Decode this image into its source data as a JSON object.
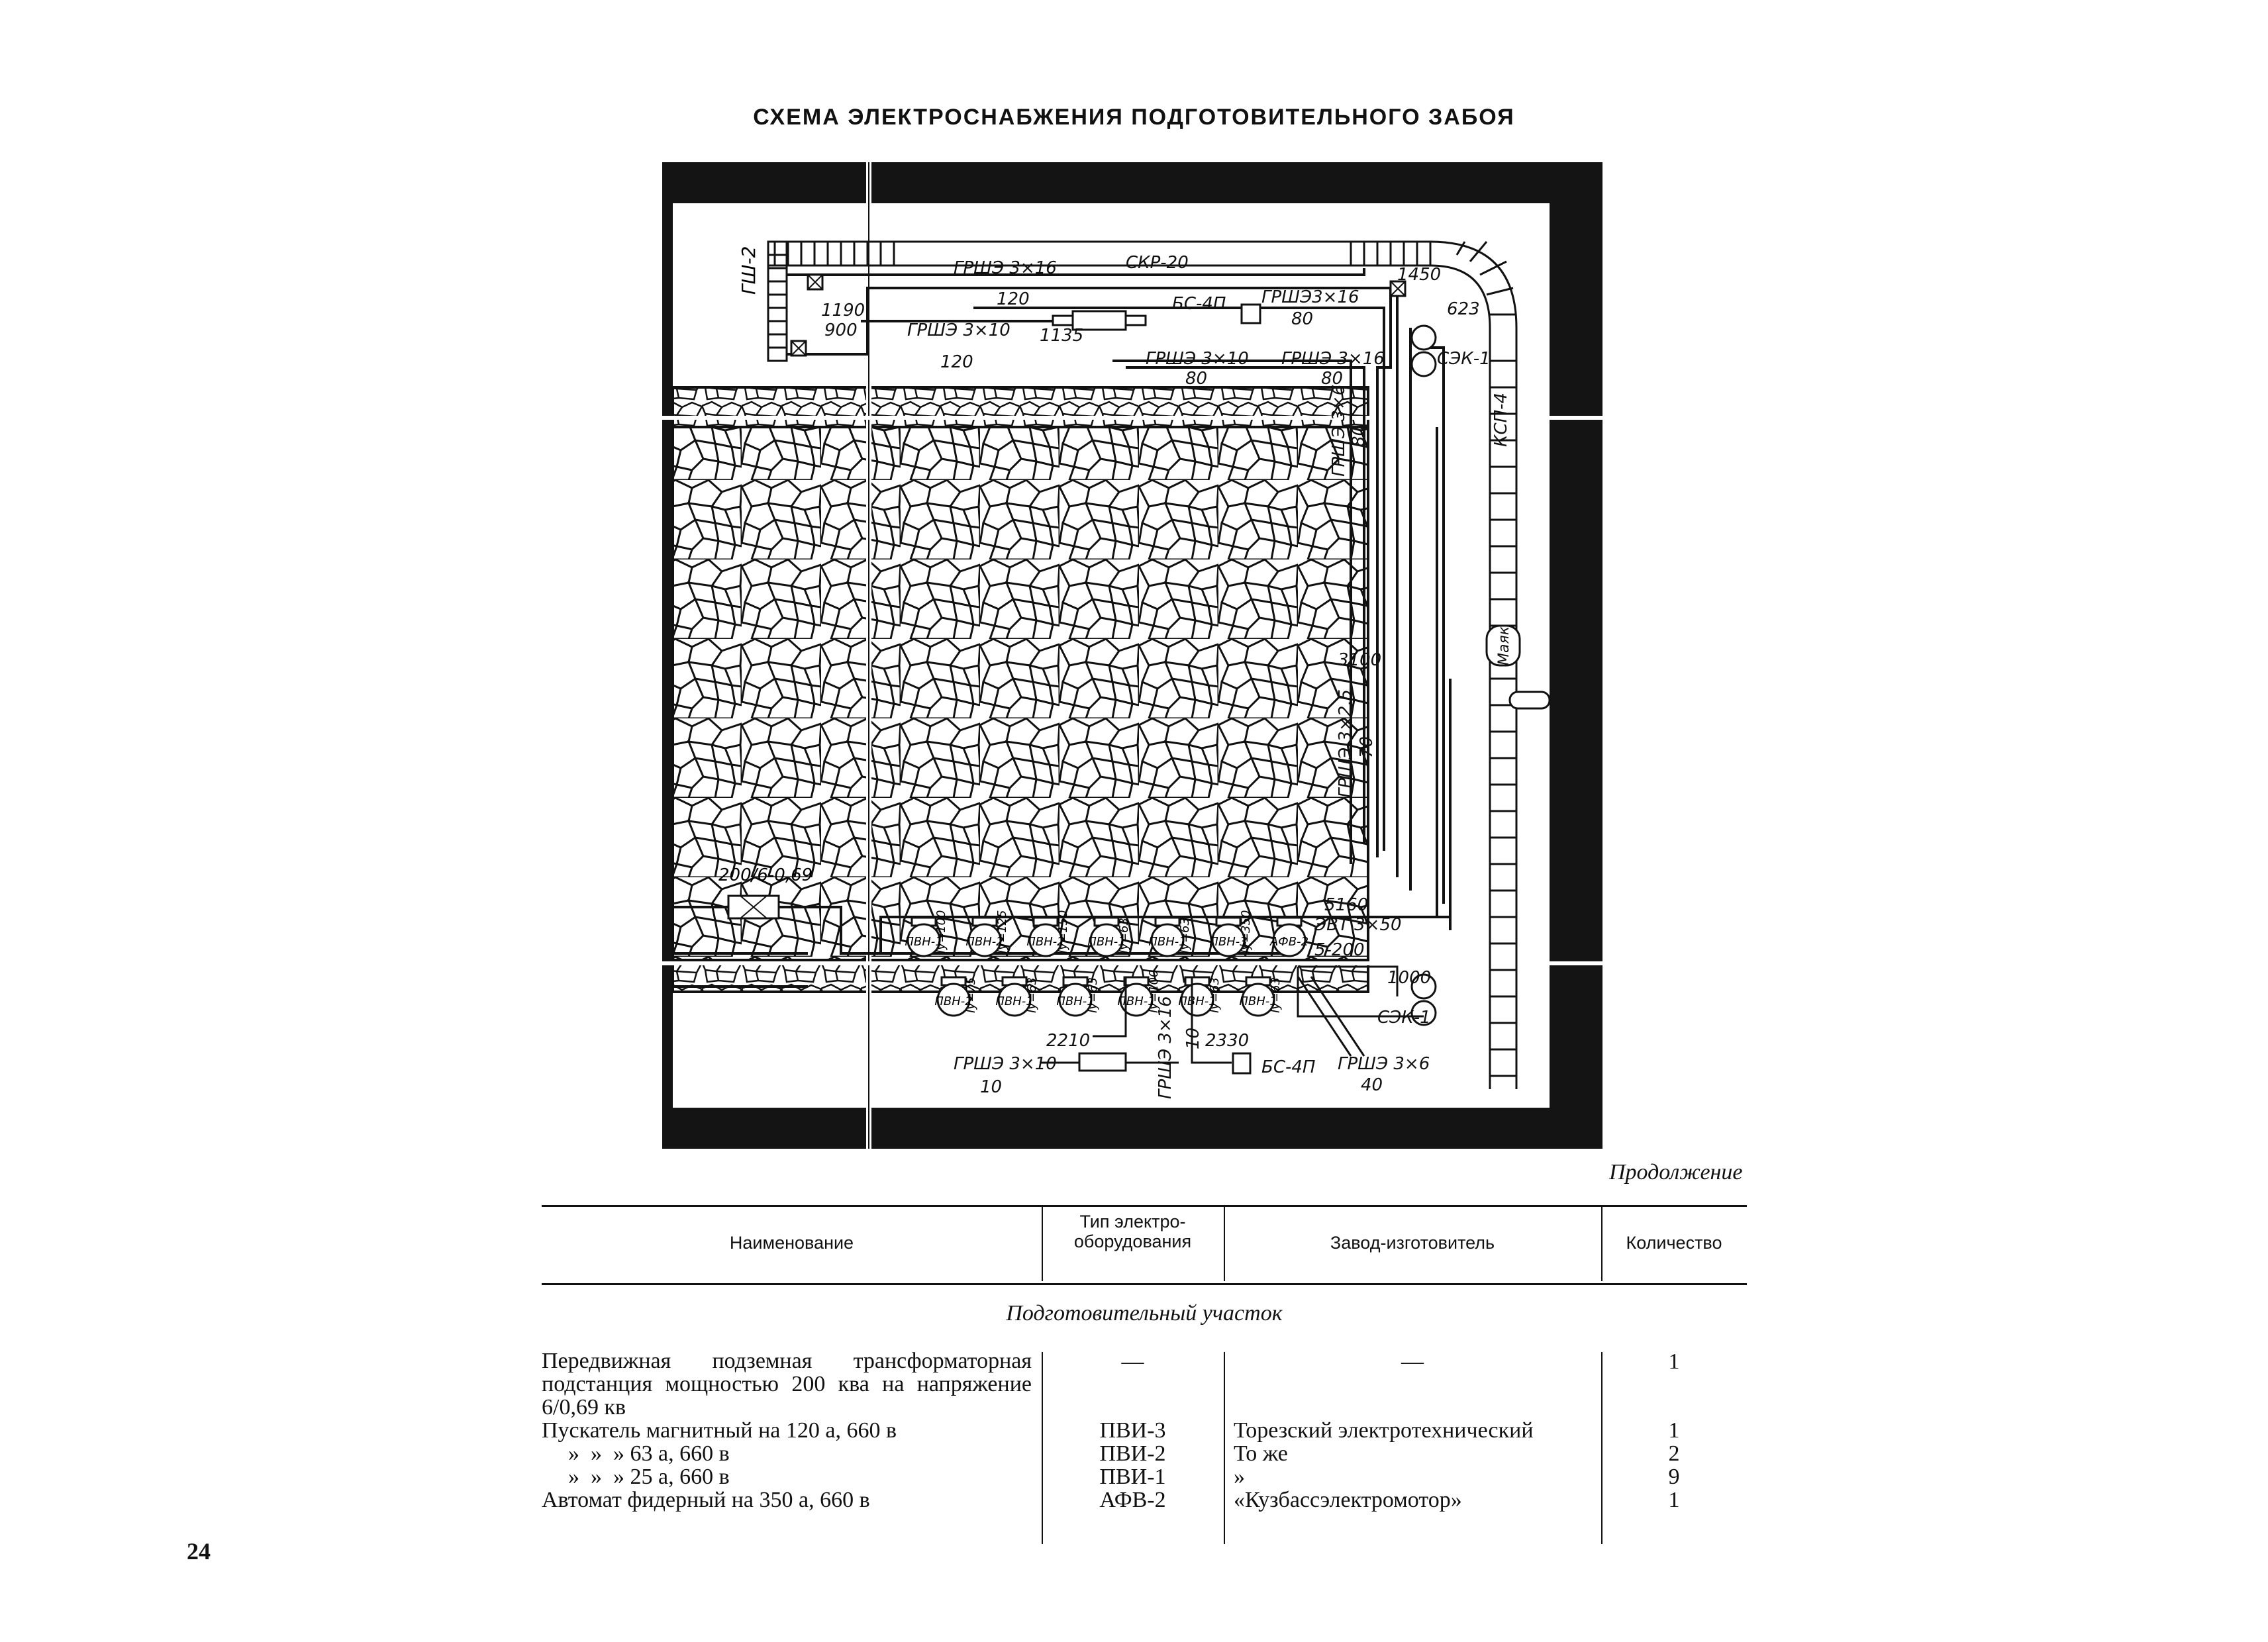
{
  "title": "СХЕМА ЭЛЕКТРОСНАБЖЕНИЯ ПОДГОТОВИТЕЛЬНОГО ЗАБОЯ",
  "diagram": {
    "gsh": "ГШ-2",
    "top_cable_1": "ГРШЭ 3×16",
    "top_cable_1_len": "120",
    "skr": "СКР-20",
    "n1190": "1190",
    "n900": "900",
    "top_cable_2": "ГРШЭ 3×10",
    "top_cable_2_len": "120",
    "n1135": "1135",
    "bs_top": "БС-4П",
    "grshe_80a": "ГРШЭ3×16",
    "len_80a": "80",
    "grshe_80b": "ГРШЭ 3×10",
    "len_80b": "80",
    "grshe_80c": "ГРШЭ 3×16",
    "len_80c": "80",
    "n1450": "1450",
    "n623": "623",
    "sek1_top": "СЭК-1",
    "right_cable": "ГРШЭ 3×6",
    "right_cable_len": "80",
    "ksp": "КСП-4",
    "n3100": "3100",
    "mayak": "Маяк",
    "right_cable2": "ГРШЭ 3×2,5",
    "right_cable2_len": "70",
    "transformer": "200/6-0,69",
    "n5160": "5160",
    "evt": "ЭВТ 3×50",
    "evt_len": "5-200",
    "row1": [
      {
        "name": "ПВН-1",
        "iy": "Iу=100"
      },
      {
        "name": "ПВН-2",
        "iy": "Iу=125"
      },
      {
        "name": "ПВН-2",
        "iy": "Iу=150"
      },
      {
        "name": "ПВН-1",
        "iy": "Iу=63"
      },
      {
        "name": "ПВН-1",
        "iy": "Iу=63"
      },
      {
        "name": "ПВН-3",
        "iy": "Iу=350"
      },
      {
        "name": "АФВ-2",
        "iy": ""
      }
    ],
    "row2": [
      {
        "name": "ПВН-2",
        "iy": "Iу=75"
      },
      {
        "name": "ПВН-1",
        "iy": "Iу=63"
      },
      {
        "name": "ПВН-1",
        "iy": "Iу=63"
      },
      {
        "name": "ПВН-1",
        "iy": "Iу=100"
      },
      {
        "name": "ПВН-1",
        "iy": "Iу=63"
      },
      {
        "name": "ПВН-1",
        "iy": "Iу=63"
      }
    ],
    "n1000": "1000",
    "sek1_bottom": "СЭК-1",
    "n2210": "2210",
    "bottom_cable_1": "ГРШЭ 3×10",
    "bottom_cable_1_len": "10",
    "vertical_cable": "ГРШЭ 3×16",
    "n10": "10",
    "n2330": "2330",
    "bs_bottom": "БС-4П",
    "bottom_cable_2": "ГРШЭ 3×6",
    "bottom_cable_2_len": "40"
  },
  "continuation": "Продолжение",
  "table": {
    "headers": [
      "Наименование",
      "Тип электро- оборудования",
      "Завод-изготовитель",
      "Количество"
    ],
    "section": "Подготовительный участок",
    "rows": [
      {
        "name": "Передвижная подземная трансформаторная подстанция мощностью 200 ква на напряжение 6/0,69 кв",
        "type": "—",
        "maker": "—",
        "qty": "1"
      },
      {
        "name": "Пускатель магнитный на 120 а, 660 в",
        "type": "ПВИ-3",
        "maker": "Торезский электротехнический",
        "qty": "1"
      },
      {
        "name": "»  »  » 63 а, 660 в",
        "type": "ПВИ-2",
        "maker": "То же",
        "qty": "2"
      },
      {
        "name": "»  »  » 25 а, 660 в",
        "type": "ПВИ-1",
        "maker": "»",
        "qty": "9"
      },
      {
        "name": "Автомат фидерный на 350 а, 660 в",
        "type": "АФВ-2",
        "maker": "«Кузбассэлектромотор»",
        "qty": "1"
      }
    ]
  },
  "page_number": "24"
}
